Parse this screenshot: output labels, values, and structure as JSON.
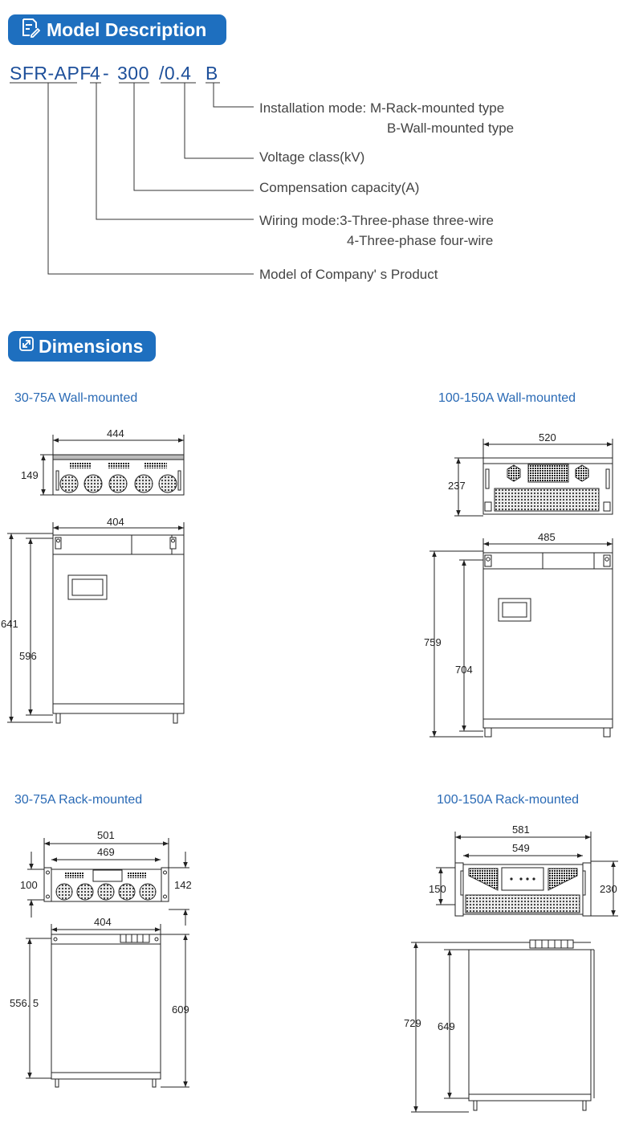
{
  "model_section": {
    "title": "Model Description",
    "code": {
      "series": "SFR-APF",
      "wiring": "4",
      "dash": "-",
      "capacity": "300",
      "voltage": "/0.4",
      "install": "B"
    },
    "descriptions": {
      "install_1": "Installation mode: M-Rack-mounted type",
      "install_2": "B-Wall-mounted type",
      "voltage": "Voltage class(kV)",
      "capacity": "Compensation capacity(A)",
      "wiring_1": "Wiring mode:3-Three-phase three-wire",
      "wiring_2": "4-Three-phase four-wire",
      "product": "Model of Company' s Product"
    }
  },
  "dimensions_section": {
    "title": "Dimensions",
    "panels": {
      "wall_small": {
        "label": "30-75A Wall-mounted",
        "width_top": "444",
        "height_top": "149",
        "width_front": "404",
        "height_outer": "641",
        "height_inner": "596"
      },
      "wall_large": {
        "label": "100-150A Wall-mounted",
        "width_top": "520",
        "height_top": "237",
        "width_front": "485",
        "height_outer": "759",
        "height_inner": "704"
      },
      "rack_small": {
        "label": "30-75A Rack-mounted",
        "width_outer": "501",
        "width_inner": "469",
        "height_left": "100",
        "height_right": "142",
        "width_front": "404",
        "height_left_front": "556. 5",
        "height_right_front": "609"
      },
      "rack_large": {
        "label": "100-150A Rack-mounted",
        "width_outer": "581",
        "width_inner": "549",
        "height_left": "150",
        "height_right": "230",
        "height_outer": "729",
        "height_inner": "649"
      }
    }
  },
  "colors": {
    "accent": "#1e6fbf",
    "code_text": "#1d4f9a",
    "sub_label": "#2a6ab5"
  }
}
